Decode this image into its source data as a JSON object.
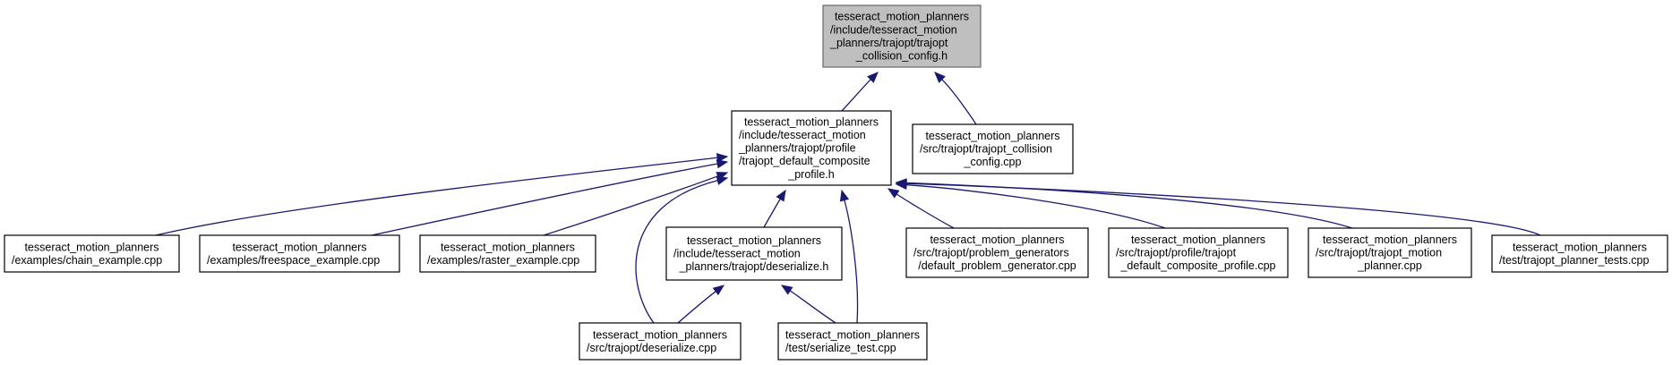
{
  "graph": {
    "nodes": [
      {
        "id": "trajopt_collision_config_h",
        "lines": [
          "tesseract_motion_planners",
          "/include/tesseract_motion",
          "_planners/trajopt/trajopt",
          "_collision_config.h"
        ],
        "root": true
      },
      {
        "id": "trajopt_default_composite_profile_h",
        "lines": [
          "tesseract_motion_planners",
          "/include/tesseract_motion",
          "_planners/trajopt/profile",
          "/trajopt_default_composite",
          "_profile.h"
        ]
      },
      {
        "id": "trajopt_collision_config_cpp",
        "lines": [
          "tesseract_motion_planners",
          "/src/trajopt/trajopt_collision",
          "_config.cpp"
        ]
      },
      {
        "id": "chain_example_cpp",
        "lines": [
          "tesseract_motion_planners",
          "/examples/chain_example.cpp"
        ]
      },
      {
        "id": "freespace_example_cpp",
        "lines": [
          "tesseract_motion_planners",
          "/examples/freespace_example.cpp"
        ]
      },
      {
        "id": "raster_example_cpp",
        "lines": [
          "tesseract_motion_planners",
          "/examples/raster_example.cpp"
        ]
      },
      {
        "id": "deserialize_h",
        "lines": [
          "tesseract_motion_planners",
          "/include/tesseract_motion",
          "_planners/trajopt/deserialize.h"
        ]
      },
      {
        "id": "default_problem_generator_cpp",
        "lines": [
          "tesseract_motion_planners",
          "/src/trajopt/problem_generators",
          "/default_problem_generator.cpp"
        ]
      },
      {
        "id": "trajopt_default_composite_profile_cpp",
        "lines": [
          "tesseract_motion_planners",
          "/src/trajopt/profile/trajopt",
          "_default_composite_profile.cpp"
        ]
      },
      {
        "id": "trajopt_motion_planner_cpp",
        "lines": [
          "tesseract_motion_planners",
          "/src/trajopt/trajopt_motion",
          "_planner.cpp"
        ]
      },
      {
        "id": "trajopt_planner_tests_cpp",
        "lines": [
          "tesseract_motion_planners",
          "/test/trajopt_planner_tests.cpp"
        ]
      },
      {
        "id": "deserialize_cpp",
        "lines": [
          "tesseract_motion_planners",
          "/src/trajopt/deserialize.cpp"
        ]
      },
      {
        "id": "serialize_test_cpp",
        "lines": [
          "tesseract_motion_planners",
          "/test/serialize_test.cpp"
        ]
      }
    ],
    "edges": [
      {
        "from": "trajopt_default_composite_profile_h",
        "to": "trajopt_collision_config_h"
      },
      {
        "from": "trajopt_collision_config_cpp",
        "to": "trajopt_collision_config_h"
      },
      {
        "from": "chain_example_cpp",
        "to": "trajopt_default_composite_profile_h"
      },
      {
        "from": "freespace_example_cpp",
        "to": "trajopt_default_composite_profile_h"
      },
      {
        "from": "raster_example_cpp",
        "to": "trajopt_default_composite_profile_h"
      },
      {
        "from": "deserialize_cpp",
        "to": "trajopt_default_composite_profile_h"
      },
      {
        "from": "deserialize_h",
        "to": "trajopt_default_composite_profile_h"
      },
      {
        "from": "serialize_test_cpp",
        "to": "trajopt_default_composite_profile_h"
      },
      {
        "from": "default_problem_generator_cpp",
        "to": "trajopt_default_composite_profile_h"
      },
      {
        "from": "trajopt_default_composite_profile_cpp",
        "to": "trajopt_default_composite_profile_h"
      },
      {
        "from": "trajopt_motion_planner_cpp",
        "to": "trajopt_default_composite_profile_h"
      },
      {
        "from": "trajopt_planner_tests_cpp",
        "to": "trajopt_default_composite_profile_h"
      },
      {
        "from": "deserialize_cpp",
        "to": "deserialize_h"
      },
      {
        "from": "serialize_test_cpp",
        "to": "deserialize_h"
      }
    ]
  },
  "colors": {
    "edge": "#191970",
    "root_fill": "#bfbfbf",
    "root_stroke": "#666666",
    "node_fill": "#ffffff",
    "node_stroke": "#000000"
  }
}
